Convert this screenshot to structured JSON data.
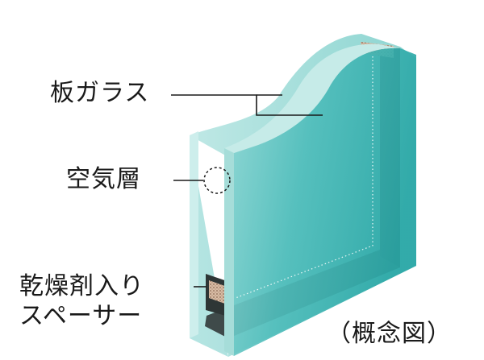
{
  "labels": {
    "glass": "板ガラス",
    "air_layer": "空気層",
    "spacer_line1": "乾燥剤入り",
    "spacer_line2": "スペーサー",
    "concept_note": "（概念図）"
  },
  "colors": {
    "glass_front": "#57c3c1",
    "glass_front_light": "#a9dedb",
    "glass_edge": "#79cfcb",
    "glass_back": "#86d1ce",
    "spacer_dark": "#3f4a4a",
    "spacer_desiccant": "#c9a98f",
    "leader_line": "#1a1a1a"
  }
}
